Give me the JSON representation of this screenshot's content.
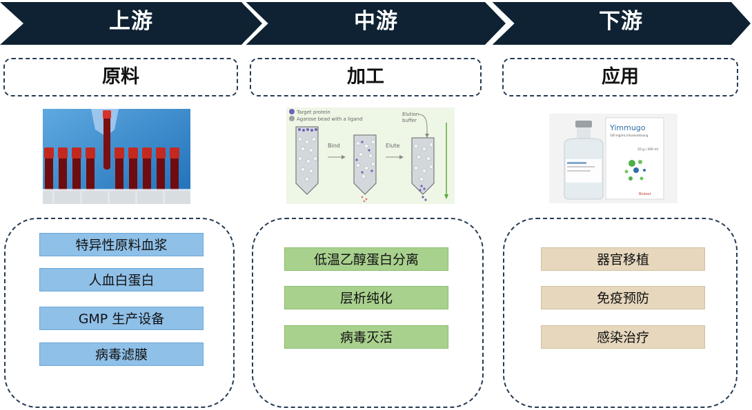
{
  "stages": [
    {
      "label": "上游",
      "heading": "原料",
      "items": [
        "特异性原料血浆",
        "人血白蛋白",
        "GMP 生产设备",
        "病毒滤膜"
      ]
    },
    {
      "label": "中游",
      "heading": "加工",
      "items": [
        "低温乙醇蛋白分离",
        "层析纯化",
        "病毒灭活"
      ]
    },
    {
      "label": "下游",
      "heading": "应用",
      "items": [
        "器官移植",
        "免疫预防",
        "感染治疗"
      ]
    }
  ],
  "diagram": {
    "legend_target": "Target protein",
    "legend_bead": "Agarose bead with a ligand",
    "elution_buffer_1": "Elution",
    "elution_buffer_2": "buffer",
    "bind": "Bind",
    "elute": "Elute"
  },
  "product": {
    "brand": "Yimmugo",
    "small_text": "100 mg/mL Infusionslösung",
    "volume": "20 g / 200 ml",
    "maker": "Biotest"
  },
  "colors": {
    "chevron": "#0e2233",
    "dash": "#243a52",
    "blue_item": "#8fc0e8",
    "green_item": "#a9d18e",
    "tan_item": "#e6d7bd"
  }
}
